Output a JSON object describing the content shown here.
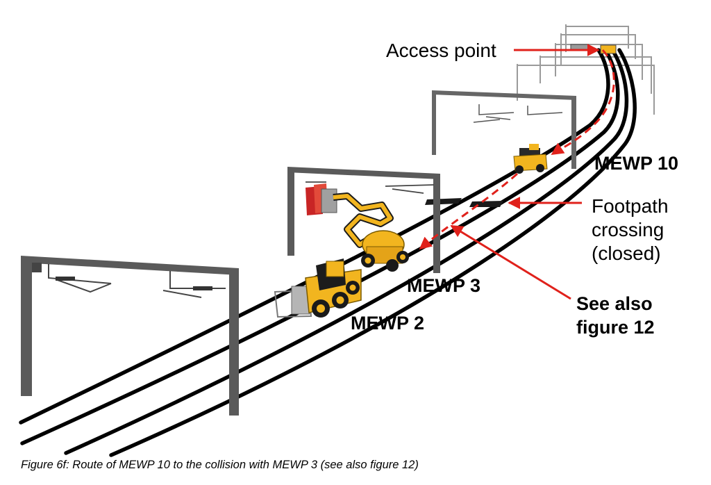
{
  "labels": {
    "access_point": "Access point",
    "mewp10": "MEWP 10",
    "footpath": [
      "Footpath",
      "crossing",
      "(closed)"
    ],
    "mewp3": "MEWP 3",
    "see_also": [
      "See also",
      "figure 12"
    ],
    "mewp2": "MEWP 2"
  },
  "caption": "Figure 6f: Route of MEWP 10 to the collision with MEWP 3 (see also figure 12)",
  "colors": {
    "annotation_arrow": "#e0211b",
    "machine_yellow": "#f2b51f",
    "gantry": "#4a4a4a",
    "rail": "#000000"
  }
}
